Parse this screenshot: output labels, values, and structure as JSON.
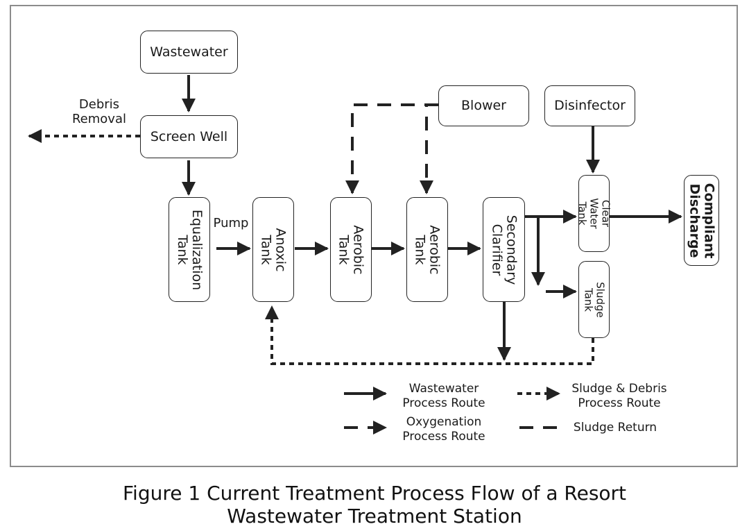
{
  "nodes": {
    "wastewater": "Wastewater",
    "screen_well": "Screen Well",
    "equalization_tank": "Equalization\nTank",
    "anoxic_tank": "Anoxic Tank",
    "aerobic_tank_1": "Aerobic Tank",
    "aerobic_tank_2": "Aerobic Tank",
    "secondary_clarifier": "Secondary\nClarifier",
    "blower": "Blower",
    "disinfector": "Disinfector",
    "clear_water_tank": "Clear Water\nTank",
    "sludge_tank": "Sludge Tank",
    "compliant_discharge": "Compliant\nDischarge"
  },
  "labels": {
    "debris_removal": "Debris\nRemoval",
    "pump": "Pump"
  },
  "legend": {
    "wastewater_route": "Wastewater\nProcess Route",
    "sludge_debris_route": "Sludge & Debris\nProcess Route",
    "oxygenation_route": "Oxygenation\nProcess Route",
    "sludge_return": "Sludge Return"
  },
  "edges": [
    {
      "from": "wastewater",
      "to": "screen_well",
      "style": "solid"
    },
    {
      "from": "screen_well",
      "to": "debris_removal",
      "style": "dotted"
    },
    {
      "from": "screen_well",
      "to": "equalization_tank",
      "style": "solid"
    },
    {
      "from": "equalization_tank",
      "to": "anoxic_tank",
      "style": "solid",
      "label": "Pump"
    },
    {
      "from": "anoxic_tank",
      "to": "aerobic_tank_1",
      "style": "solid"
    },
    {
      "from": "aerobic_tank_1",
      "to": "aerobic_tank_2",
      "style": "solid"
    },
    {
      "from": "aerobic_tank_2",
      "to": "secondary_clarifier",
      "style": "solid"
    },
    {
      "from": "blower",
      "to": "aerobic_tank_1",
      "style": "dashed"
    },
    {
      "from": "blower",
      "to": "aerobic_tank_2",
      "style": "dashed"
    },
    {
      "from": "disinfector",
      "to": "clear_water_tank",
      "style": "solid"
    },
    {
      "from": "secondary_clarifier",
      "to": "clear_water_tank",
      "style": "solid"
    },
    {
      "from": "secondary_clarifier",
      "to": "sludge_tank",
      "style": "solid"
    },
    {
      "from": "clear_water_tank",
      "to": "compliant_discharge",
      "style": "solid"
    },
    {
      "from": "secondary_clarifier",
      "to": "anoxic_tank",
      "style": "solid"
    },
    {
      "from": "sludge_tank",
      "to": "anoxic_tank",
      "style": "dotted"
    }
  ],
  "caption": "Figure 1 Current Treatment Process Flow of a Resort\nWastewater Treatment Station"
}
